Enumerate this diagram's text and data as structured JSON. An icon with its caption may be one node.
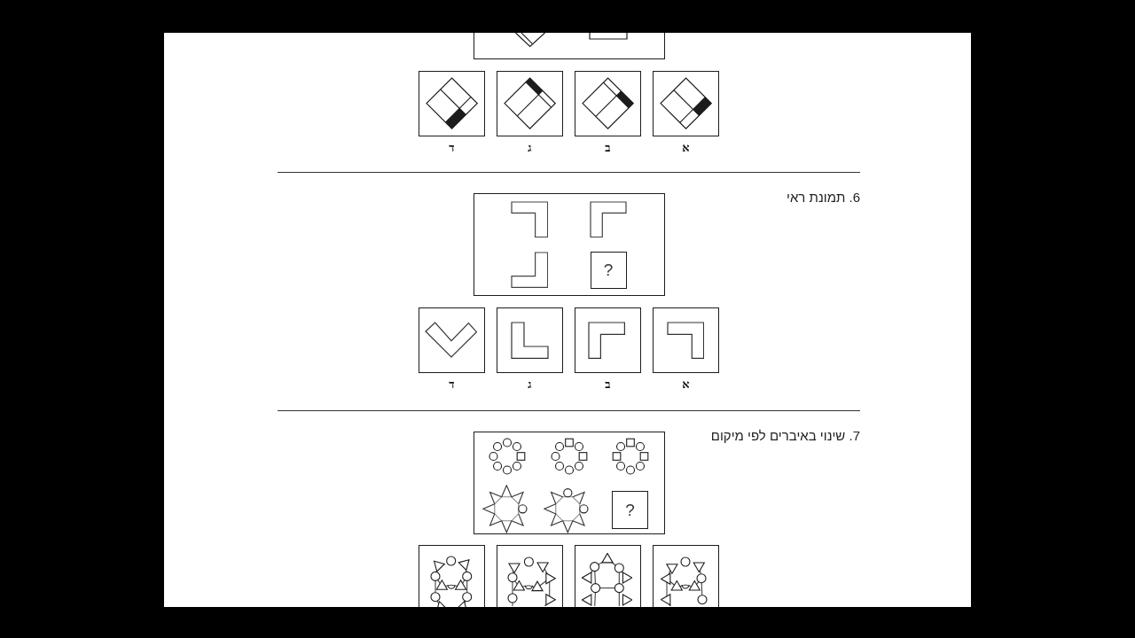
{
  "diagram": {
    "nodes": [
      {
        "text": [],
        "shape": "box"
      },
      {
        "text": [
          "א"
        ]
      },
      {
        "text": [
          "ב"
        ]
      },
      {
        "text": [
          "ג"
        ]
      },
      {
        "text": [
          "ד"
        ]
      },
      {
        "text": [],
        "shape": "box"
      },
      {
        "text": [
          "?"
        ],
        "in": 5
      },
      {
        "text": [
          "א"
        ]
      },
      {
        "text": [
          "ב"
        ]
      },
      {
        "text": [
          "ג"
        ]
      },
      {
        "text": [
          "ד"
        ]
      },
      {
        "text": [],
        "shape": "box"
      },
      {
        "text": [
          "?"
        ],
        "in": 11
      },
      {
        "text": [],
        "shape": "box"
      },
      {
        "text": [],
        "shape": "box"
      },
      {
        "text": [],
        "shape": "box"
      },
      {
        "text": [],
        "shape": "box"
      }
    ],
    "labels": [
      "6. תמונת ראי",
      "7. שינוי באיברים לפי מיקום"
    ]
  }
}
